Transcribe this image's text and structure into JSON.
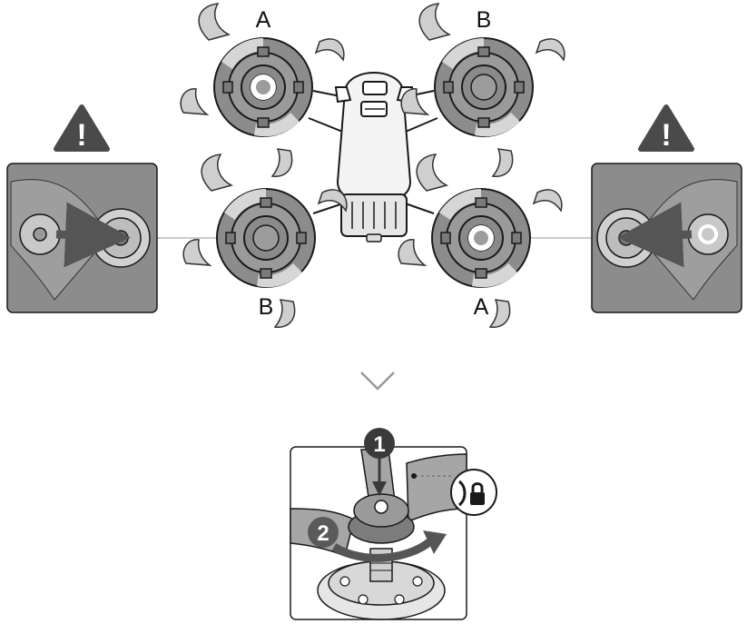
{
  "labels": {
    "top_left": "A",
    "top_right": "B",
    "bottom_left": "B",
    "bottom_right": "A"
  },
  "warning": {
    "glyph": "!",
    "icon": "warning-triangle-icon"
  },
  "steps": {
    "one": "1",
    "two": "2"
  },
  "icons": {
    "chevron": "chevron-down-icon",
    "lock": "lock-icon",
    "arrow": "arrow-icon"
  },
  "colors": {
    "panel_gray": "#8c8c8c",
    "panel_light": "#c8c8c8",
    "stroke_dark": "#1a1a1a",
    "warning_dark": "#4a4a4a",
    "arrow_gray": "#555555"
  }
}
